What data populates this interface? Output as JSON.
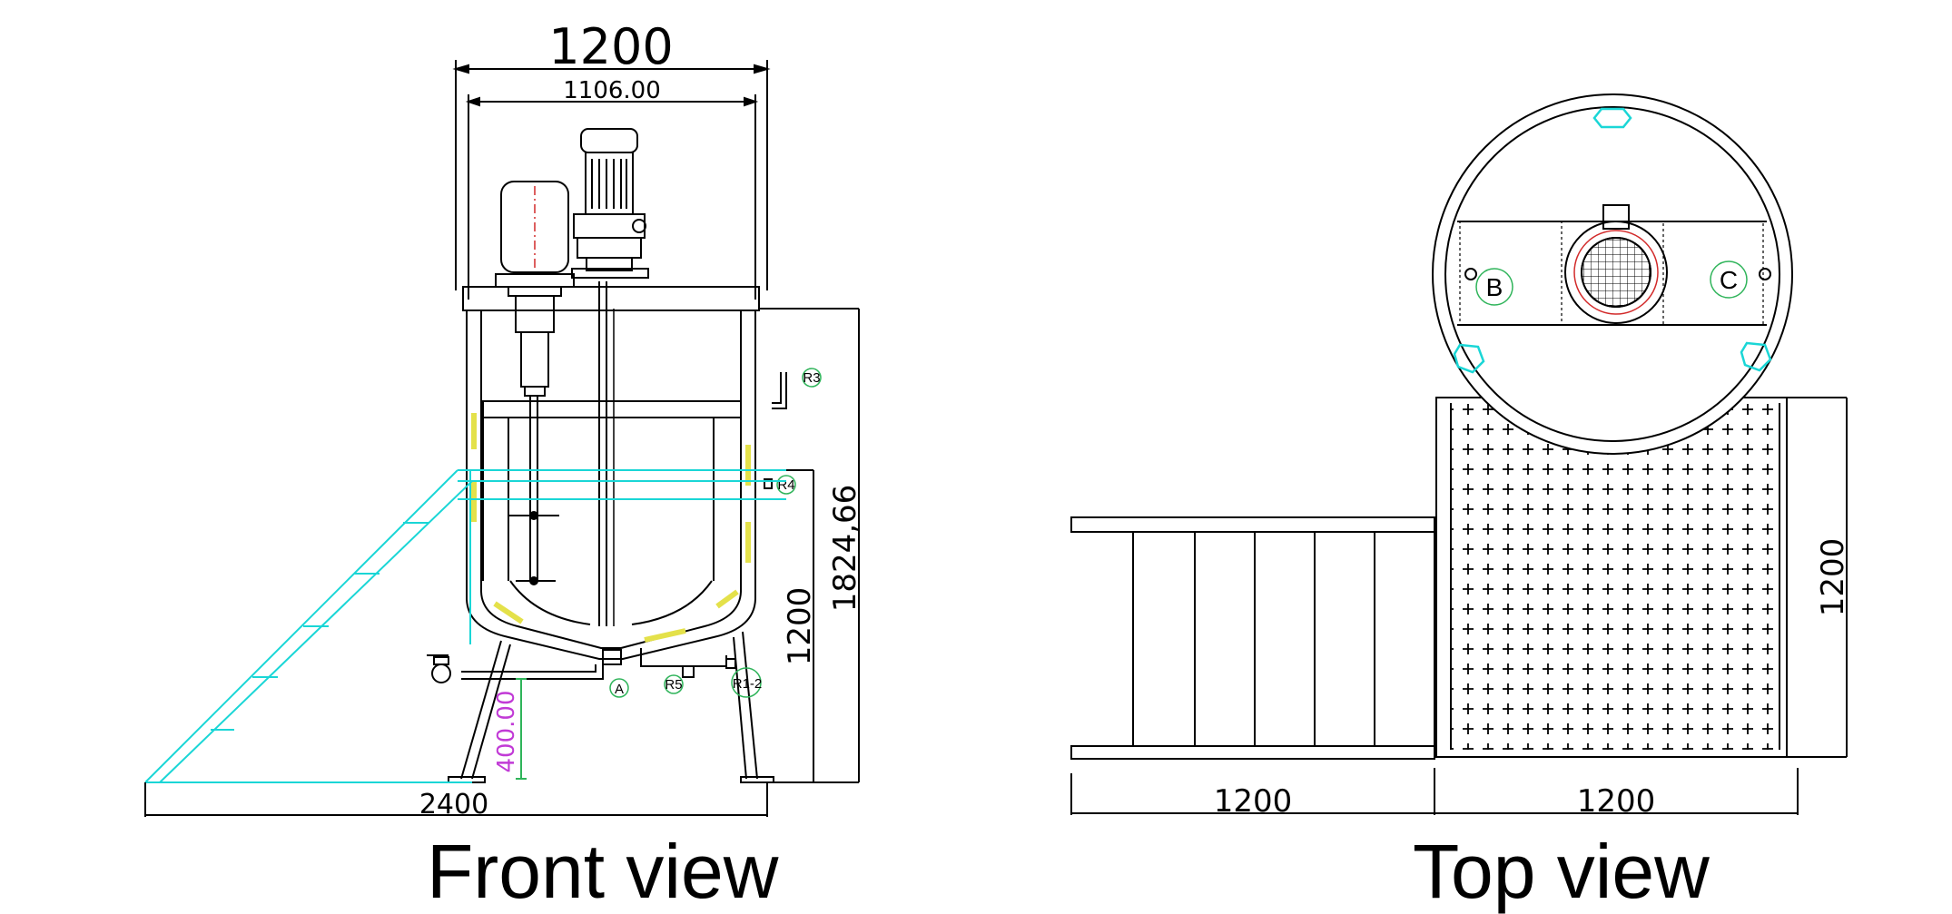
{
  "front": {
    "caption": "Front view",
    "dims": {
      "top_width": "1200",
      "inner_width": "1106.00",
      "total_height": "1824,66",
      "leg_height": "1200",
      "ladder_length": "2400",
      "outlet_height": "400.00"
    },
    "tags": [
      "R3",
      "R4",
      "A",
      "R5",
      "R1-2"
    ]
  },
  "top": {
    "caption": "Top view",
    "dims": {
      "platform_width": "1200",
      "tank_width": "1200",
      "tank_depth": "1200"
    },
    "tags": [
      "B",
      "C"
    ]
  },
  "colors": {
    "line": "#000000",
    "ladder": "#1ad6d6",
    "jacket": "#e4e14a",
    "dim_magenta": "#c13ad6",
    "dim_green": "#2fb45a",
    "accent_red": "#d22a2a"
  }
}
